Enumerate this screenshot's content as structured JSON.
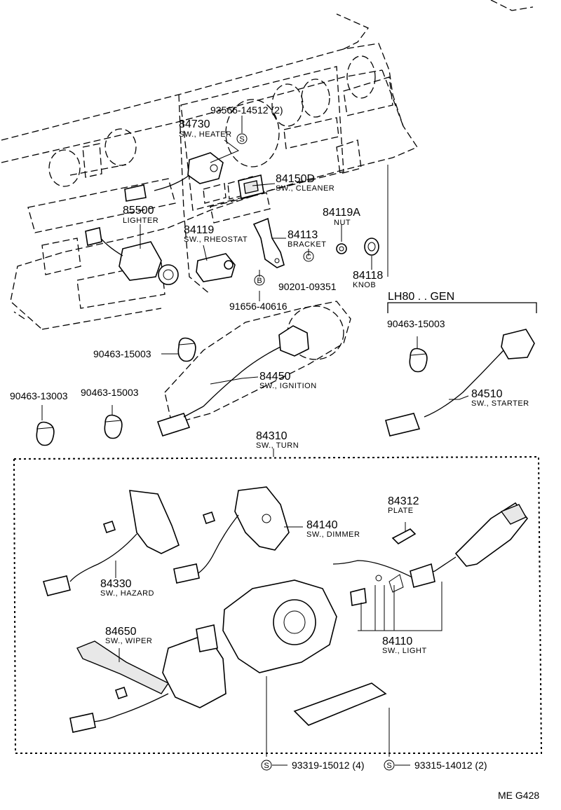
{
  "callouts": {
    "p93566": "93566-14512 (2)",
    "p84730": "84730",
    "p84730_desc": "SW., HEATER",
    "p84150D": "84150D",
    "p84150D_desc": "SW., CLEANER",
    "p85500": "85500",
    "p85500_desc": "LIGHTER",
    "p84119A": "84119A",
    "p84119A_desc": "NUT",
    "p84119": "84119",
    "p84119_desc": "SW., RHEOSTAT",
    "p84113": "84113",
    "p84113_desc": "BRACKET",
    "p84118": "84118",
    "p84118_desc": "KNOB",
    "p90201": "90201-09351",
    "p91656": "91656-40616",
    "p90463a": "90463-15003",
    "p84450": "84450",
    "p84450_desc": "SW., IGNITION",
    "p90463b": "90463-13003",
    "p90463c": "90463-15003",
    "p90463d": "90463-15003",
    "p84510": "84510",
    "p84510_desc": "SW., STARTER",
    "p84310": "84310",
    "p84310_desc": "SW., TURN",
    "p84312": "84312",
    "p84312_desc": "PLATE",
    "p84140": "84140",
    "p84140_desc": "SW., DIMMER",
    "p84330": "84330",
    "p84330_desc": "SW., HAZARD",
    "p84650": "84650",
    "p84650_desc": "SW., WIPER",
    "p84110": "84110",
    "p84110_desc": "SW., LIGHT",
    "p93319": "93319-15012 (4)",
    "p93315": "93315-14012 (2)"
  },
  "variant_label": "LH80 . . GEN",
  "symbols": {
    "s": "S",
    "c": "C",
    "b": "B"
  },
  "footer_code": "ME  G428"
}
